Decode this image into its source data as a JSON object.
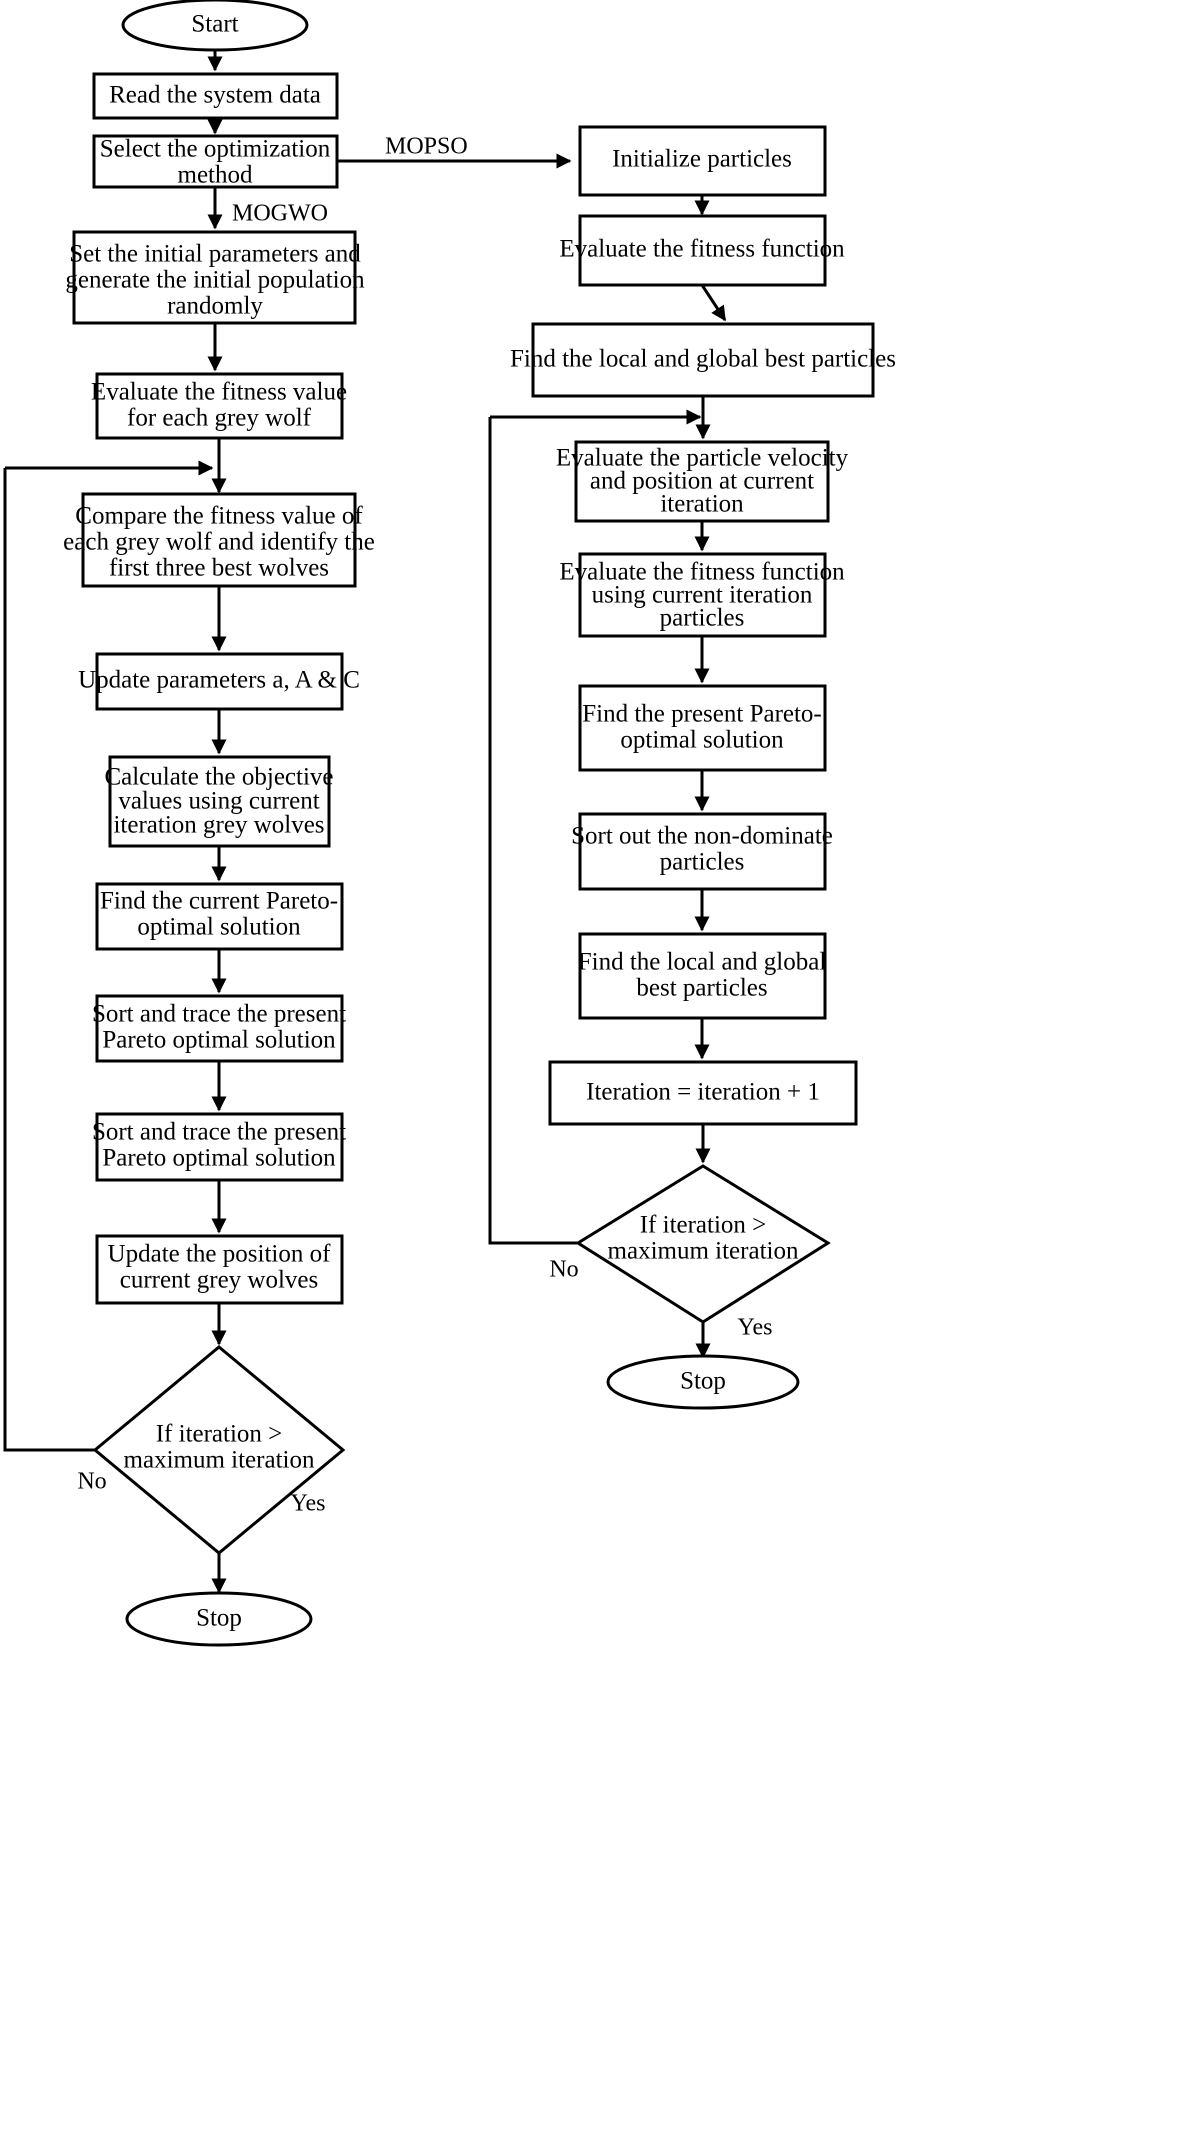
{
  "diagram": {
    "title": "MOGWO and MOPSO optimization flowchart",
    "stroke_color": "#000000",
    "fill_color": "#ffffff",
    "background": "#ffffff"
  },
  "left_branch": {
    "name": "MOGWO branch",
    "nodes": [
      {
        "id": "start",
        "type": "terminator",
        "label": "Start"
      },
      {
        "id": "read_data",
        "type": "process",
        "lines": [
          "Read the system data"
        ]
      },
      {
        "id": "select_method",
        "type": "process",
        "lines": [
          "Select the optimization",
          "method"
        ]
      },
      {
        "id": "set_params",
        "type": "process",
        "lines": [
          "Set the initial parameters and",
          "generate the initial population",
          "randomly"
        ]
      },
      {
        "id": "eval_fitness_wolf",
        "type": "process",
        "lines": [
          "Evaluate the fitness value",
          "for each grey wolf"
        ]
      },
      {
        "id": "compare_fitness",
        "type": "process",
        "lines": [
          "Compare the fitness value of",
          "each grey wolf and identify the",
          "first three best wolves"
        ]
      },
      {
        "id": "update_aAC",
        "type": "process",
        "lines": [
          "Update parameters a, A & C"
        ]
      },
      {
        "id": "calc_objectives",
        "type": "process",
        "lines": [
          "Calculate the objective",
          "values using current",
          "iteration grey wolves"
        ]
      },
      {
        "id": "find_pareto",
        "type": "process",
        "lines": [
          "Find the current Pareto-",
          "optimal solution"
        ]
      },
      {
        "id": "sort_trace_1",
        "type": "process",
        "lines": [
          "Sort and trace the present",
          "Pareto optimal solution"
        ]
      },
      {
        "id": "sort_trace_2",
        "type": "process",
        "lines": [
          "Sort and trace the present",
          "Pareto optimal solution"
        ]
      },
      {
        "id": "update_position",
        "type": "process",
        "lines": [
          "Update the position of",
          "current grey wolves"
        ]
      },
      {
        "id": "decision_left",
        "type": "decision",
        "lines": [
          "If iteration >",
          "maximum iteration"
        ]
      },
      {
        "id": "stop_left",
        "type": "terminator",
        "label": "Stop"
      }
    ],
    "edge_labels": {
      "mogwo": "MOGWO",
      "no": "No",
      "yes": "Yes"
    }
  },
  "right_branch": {
    "name": "MOPSO branch",
    "nodes": [
      {
        "id": "init_particles",
        "type": "process",
        "lines": [
          "Initialize particles"
        ]
      },
      {
        "id": "eval_fitness_fn",
        "type": "process",
        "lines": [
          "Evaluate the fitness function"
        ]
      },
      {
        "id": "find_best_particles_1",
        "type": "process",
        "lines": [
          "Find the local and global best particles"
        ]
      },
      {
        "id": "eval_velocity",
        "type": "process",
        "lines": [
          "Evaluate the particle velocity",
          "and position at current",
          "iteration"
        ]
      },
      {
        "id": "eval_fitness_current",
        "type": "process",
        "lines": [
          "Evaluate the fitness function",
          "using current iteration",
          "particles"
        ]
      },
      {
        "id": "find_present_pareto",
        "type": "process",
        "lines": [
          "Find the present Pareto-",
          "optimal solution"
        ]
      },
      {
        "id": "sort_nondominate",
        "type": "process",
        "lines": [
          "Sort out the non-dominate",
          "particles"
        ]
      },
      {
        "id": "find_best_particles_2",
        "type": "process",
        "lines": [
          "Find the local and global",
          "best particles"
        ]
      },
      {
        "id": "iteration_increment",
        "type": "process",
        "lines": [
          "Iteration = iteration + 1"
        ]
      },
      {
        "id": "decision_right",
        "type": "decision",
        "lines": [
          "If iteration >",
          "maximum iteration"
        ]
      },
      {
        "id": "stop_right",
        "type": "terminator",
        "label": "Stop"
      }
    ],
    "edge_labels": {
      "mopso": "MOPSO",
      "no": "No",
      "yes": "Yes"
    }
  }
}
